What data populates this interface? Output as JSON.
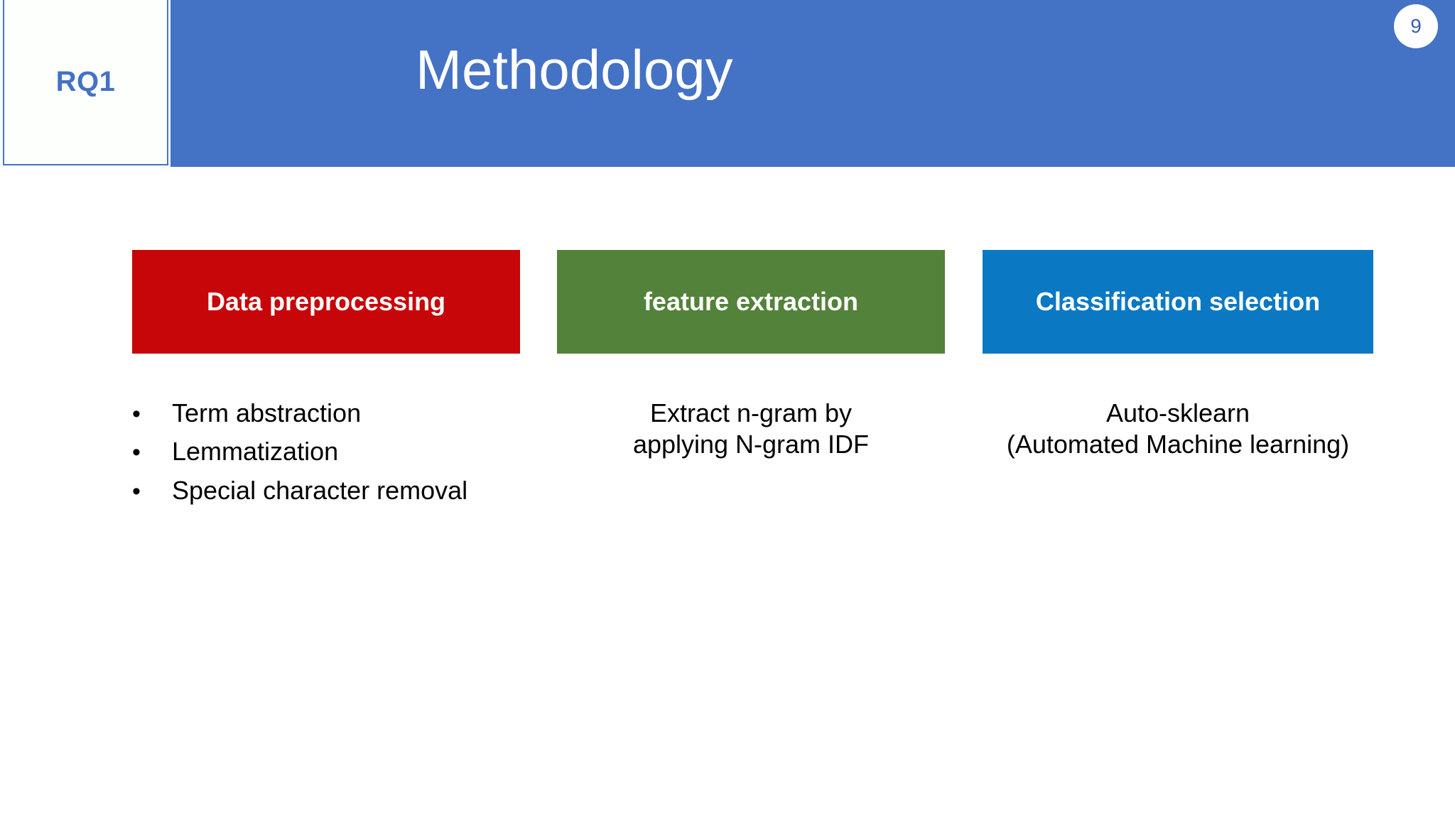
{
  "slide": {
    "title": "Methodology",
    "tag_label": "RQ1",
    "page_number": "9"
  },
  "colors": {
    "header_blue": "#4472c4",
    "tag_text": "#4472c4",
    "box_red": "#c60608",
    "box_green": "#53823a",
    "box_blue": "#0b78c4",
    "body_text": "#000000",
    "page_badge_text": "#3b5fa8"
  },
  "columns": [
    {
      "box_label": "Data preprocessing",
      "box_color": "#c60608",
      "content_type": "bullets",
      "bullet_marker": "•",
      "items": [
        "Term abstraction",
        "Lemmatization",
        "Special character removal"
      ]
    },
    {
      "box_label": "feature extraction",
      "box_color": "#53823a",
      "content_type": "lines",
      "items": [
        "Extract n-gram by",
        "applying N-gram IDF"
      ]
    },
    {
      "box_label": "Classification selection",
      "box_color": "#0b78c4",
      "content_type": "lines",
      "items": [
        "Auto-sklearn",
        "(Automated Machine learning)"
      ]
    }
  ]
}
